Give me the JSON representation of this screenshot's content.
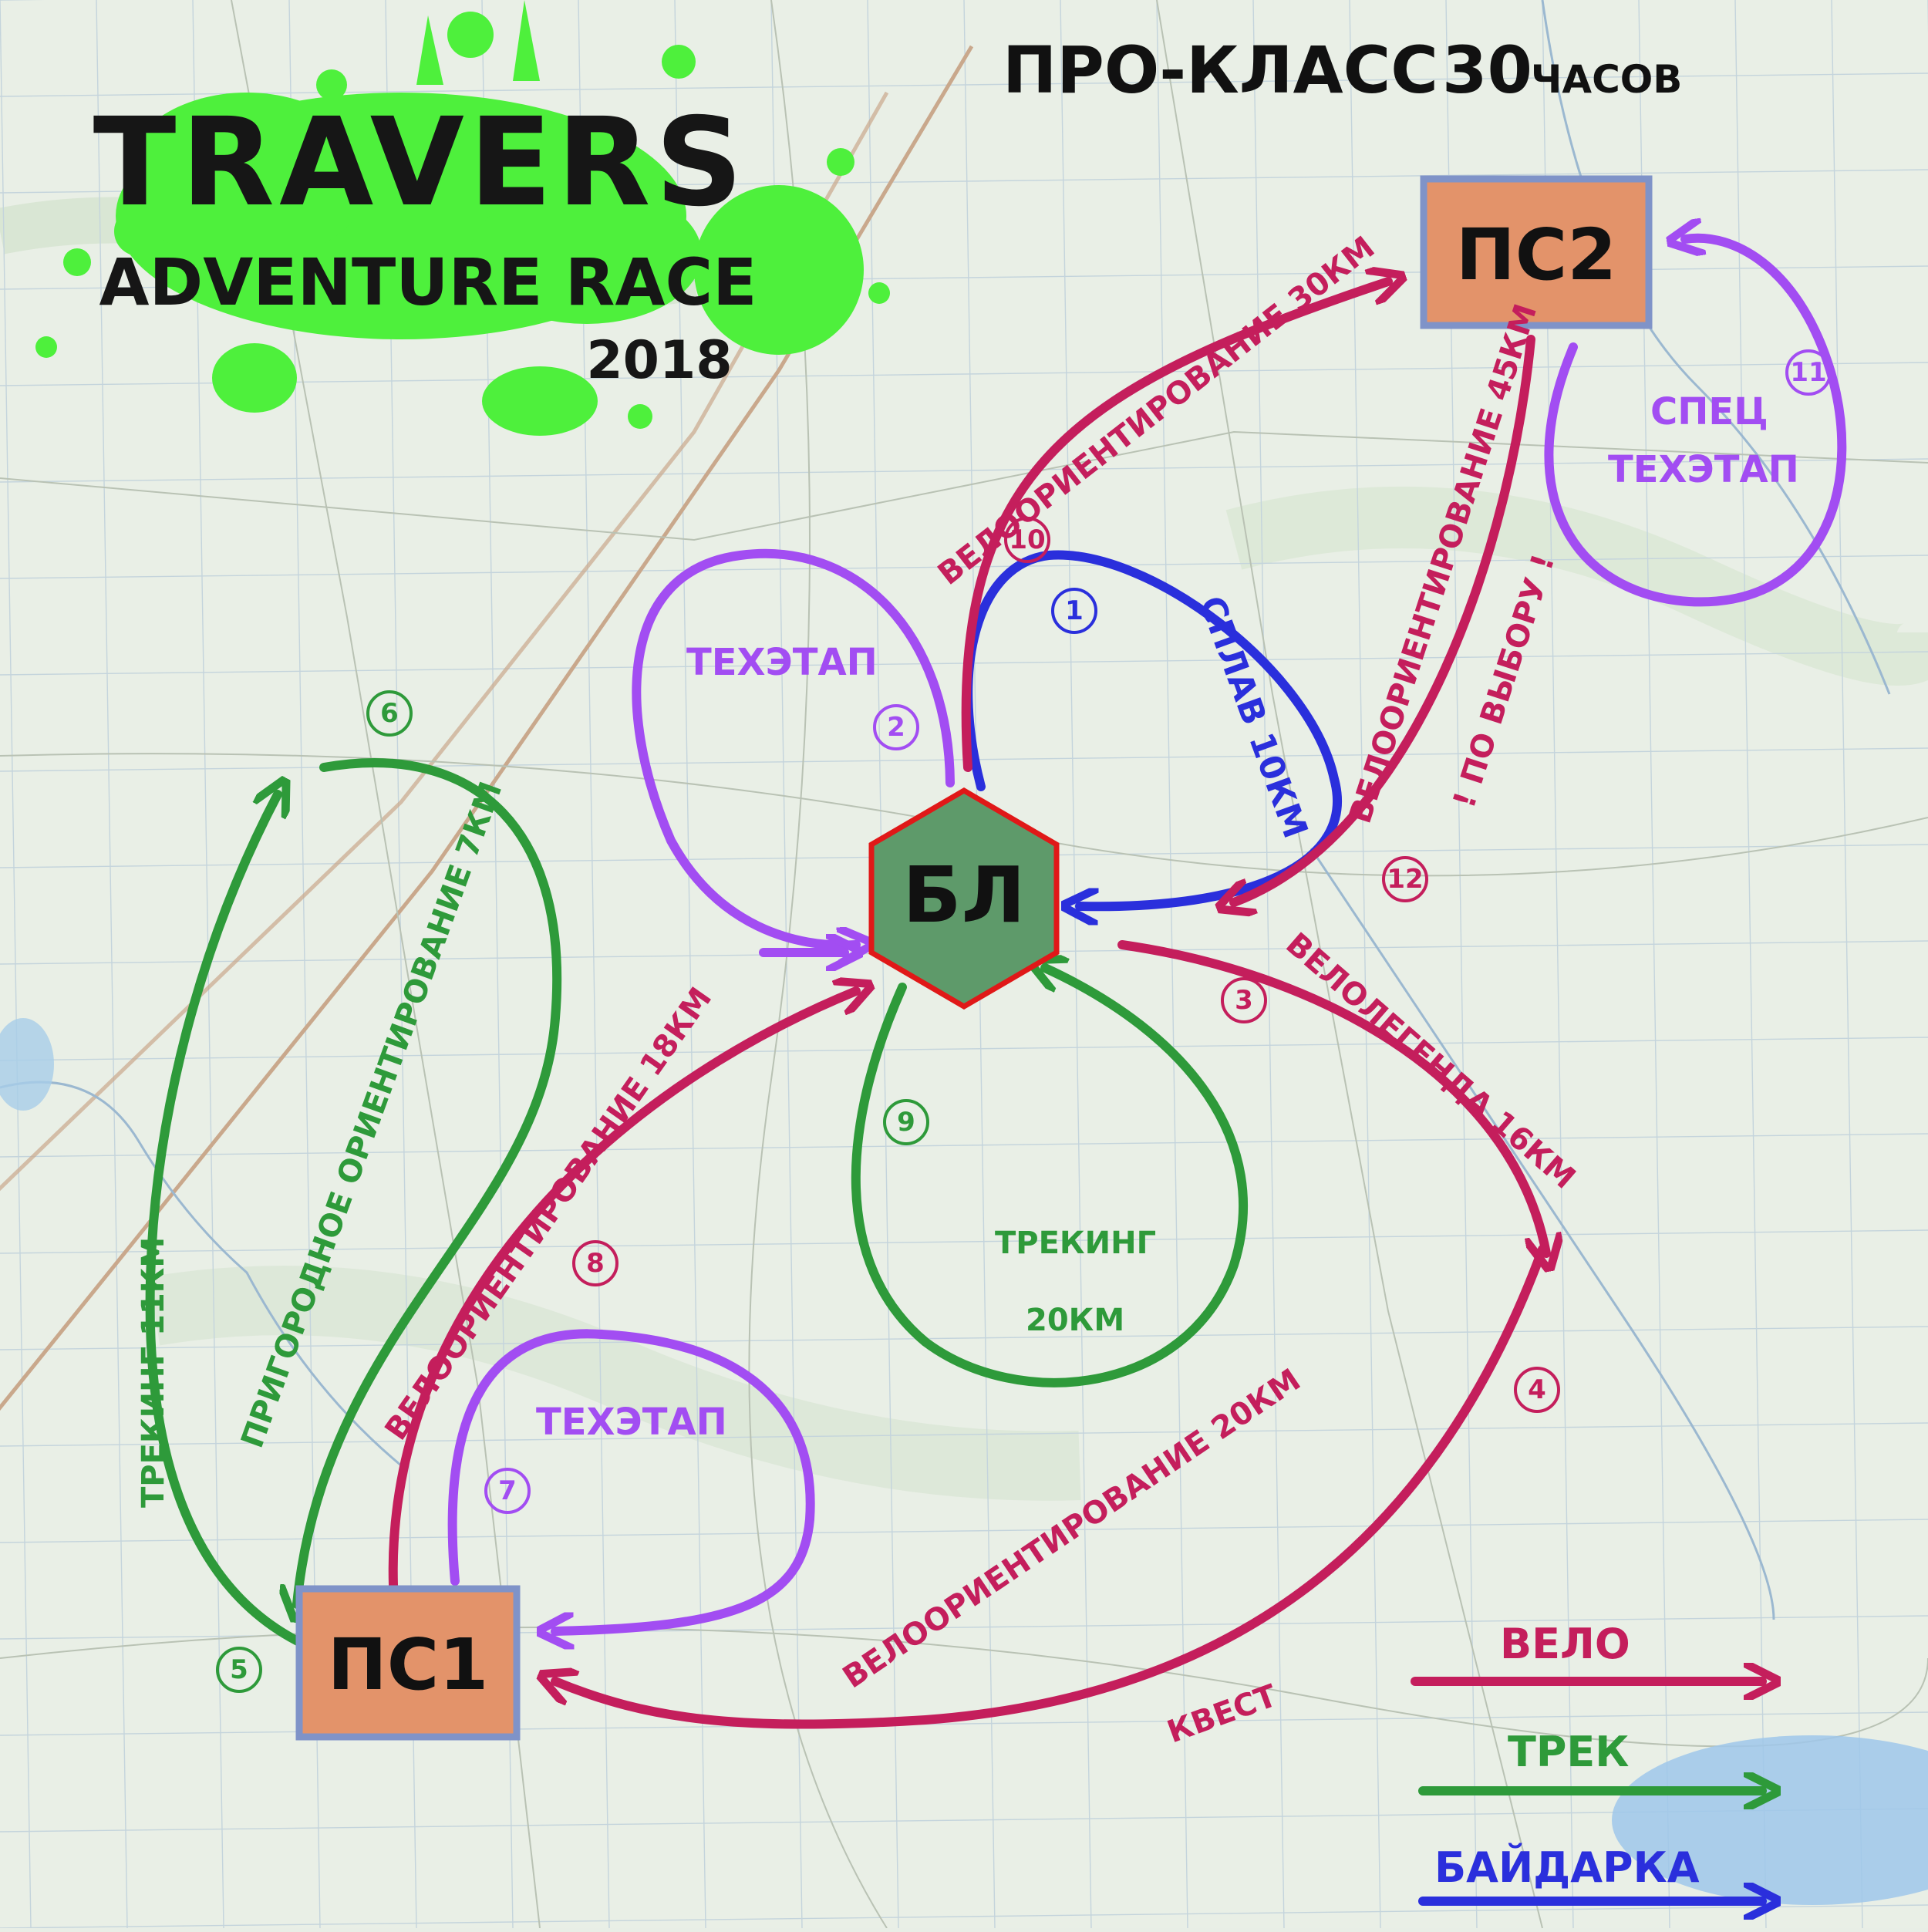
{
  "header": {
    "brand_title": "TRAVERS",
    "brand_subtitle": "ADVENTURE RACE",
    "brand_year": "2018",
    "class_label": "ПРО-КЛАСС",
    "hours_value": "30",
    "hours_unit": "ЧАСОВ"
  },
  "nodes": {
    "base": "БЛ",
    "ps1": "ПС1",
    "ps2": "ПС2"
  },
  "stages": [
    {
      "number": "1",
      "label": "СПЛАВ 10КМ",
      "type": "kayak"
    },
    {
      "number": "2",
      "label": "ТЕХЭТАП",
      "type": "tech"
    },
    {
      "number": "3",
      "label": "ВЕЛОЛЕГЕНДА 16КМ",
      "type": "bike"
    },
    {
      "number": "4",
      "label": "ВЕЛООРИЕНТИРОВАНИЕ 20КМ",
      "label2": "КВЕСТ",
      "type": "bike"
    },
    {
      "number": "5",
      "label": "",
      "type": "trek"
    },
    {
      "number": "6",
      "label": "ТРЕКИНГ 11КМ",
      "type": "trek"
    },
    {
      "number": "7",
      "label": "ТЕХЭТАП",
      "type": "tech"
    },
    {
      "number": "8",
      "label": "ВЕЛООРИЕНТИРОВАНИЕ 18КМ",
      "type": "bike"
    },
    {
      "number": "9",
      "label": "ТРЕКИНГ",
      "label2": "20КМ",
      "type": "trek"
    },
    {
      "number": "10",
      "label": "ВЕЛООРИЕНТИРОВАНИЕ 30КМ",
      "type": "bike"
    },
    {
      "number": "11",
      "label": "СПЕЦ",
      "label2": "ТЕХЭТАП",
      "type": "tech"
    },
    {
      "number": "12",
      "label": "ВЕЛООРИЕНТИРОВАНИЕ 45КМ",
      "label2": "! ПО ВЫБОРУ !",
      "type": "bike"
    }
  ],
  "extra_labels": {
    "suburban_orienteering": "ПРИГОРОДНОЕ ОРИЕНТИРОВАНИЕ 7КМ"
  },
  "legend": [
    {
      "label": "ВЕЛО",
      "color": "#c41e5c"
    },
    {
      "label": "ТРЕК",
      "color": "#2e9a3a"
    },
    {
      "label": "БАЙДАРКА",
      "color": "#2a2fdc"
    }
  ],
  "colors": {
    "bike": "#c41e5c",
    "trek": "#2e9a3a",
    "tech": "#a24df2",
    "kayak": "#2a2fdc",
    "logo_splash": "#4ef03c",
    "checkpoint_fill": "#e3936a",
    "checkpoint_border": "#7f93c8",
    "base_fill": "#5e9a6a",
    "base_border": "#e01818"
  },
  "icons": {
    "logo": "paint-splash-logo",
    "base": "hexagon-marker",
    "checkpoint": "square-marker"
  }
}
